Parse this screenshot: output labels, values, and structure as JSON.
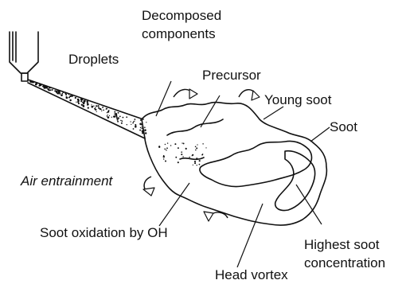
{
  "labels": {
    "decomposed_line1": "Decomposed",
    "decomposed_line2": "components",
    "droplets": "Droplets",
    "precursor": "Precursor",
    "young_soot": "Young soot",
    "soot": "Soot",
    "air_entrainment": "Air entrainment",
    "soot_oxidation": "Soot oxidation by OH",
    "highest_line1": "Highest soot",
    "highest_line2": "concentration",
    "head_vortex": "Head vortex"
  }
}
